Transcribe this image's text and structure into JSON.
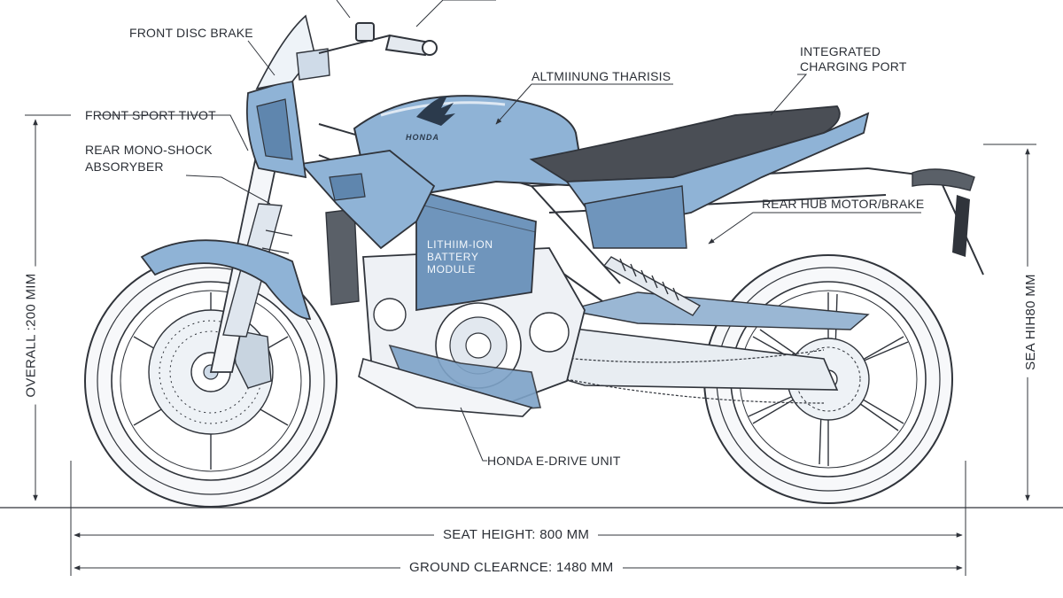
{
  "labels": {
    "front_disc_brake": "FRONT DISC BRAKE",
    "front_sport_pivot": "FRONT SPORT TIVOT",
    "rear_mono_shock_line1": "REAR MONO-SHOCK",
    "rear_mono_shock_line2": "ABSORYBER",
    "aluminium_chassis": "ALTMIINUNG THARISIS",
    "charging_port_line1": "INTEGRATED",
    "charging_port_line2": "CHARGING PORT",
    "rear_hub_motor": "REAR HUB MOTOR/BRAKE",
    "e_drive_unit": "HONDA E-DRIVE UNIT",
    "battery_line1": "LITHIIM-ION",
    "battery_line2": "BATTERY",
    "battery_line3": "MODULE",
    "tank_brand": "HONDA"
  },
  "dimensions": {
    "overall": "OVERALL :200 MIM",
    "seat_height_side": "SEA HIH80 MM",
    "seat_height": "SEAT HEIGHT: 800 MM",
    "ground_clearance": "GROUND CLEARNCE: 1480 MM"
  },
  "colors": {
    "body_blue": "#8fb3d6",
    "body_blue_dark": "#5f86ae",
    "line": "#30343b",
    "seat": "#4a4e55"
  }
}
